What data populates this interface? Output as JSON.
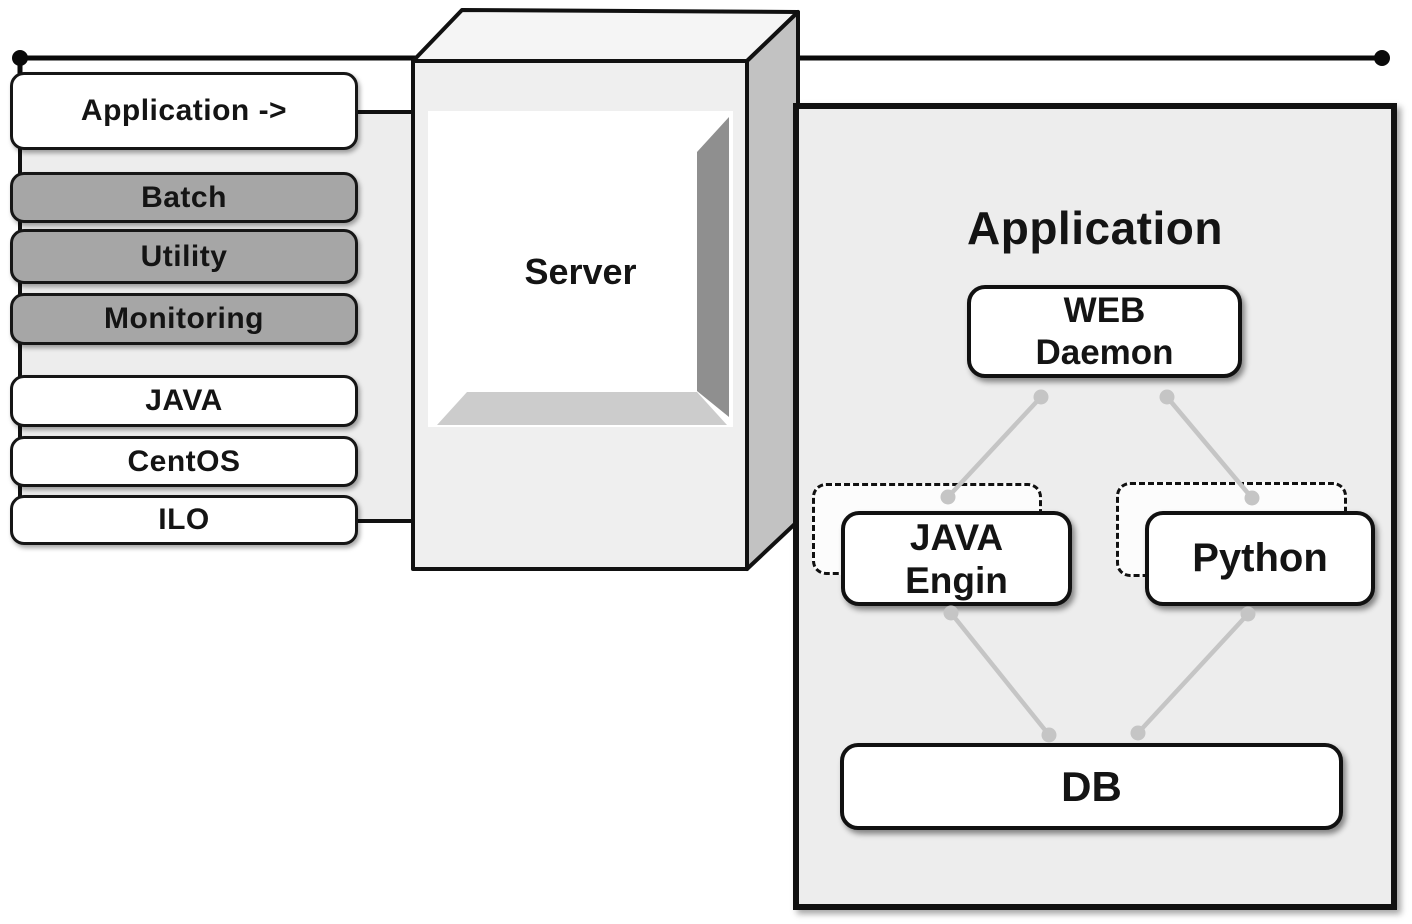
{
  "left_stack": {
    "items": [
      {
        "label": "Application ->",
        "variant": "white"
      },
      {
        "label": "Batch",
        "variant": "gray"
      },
      {
        "label": "Utility",
        "variant": "gray"
      },
      {
        "label": "Monitoring",
        "variant": "gray"
      },
      {
        "label": "JAVA",
        "variant": "white"
      },
      {
        "label": "CentOS",
        "variant": "white"
      },
      {
        "label": "ILO",
        "variant": "white"
      }
    ]
  },
  "server": {
    "label": "Server"
  },
  "app": {
    "title": "Application",
    "web_daemon": {
      "line1": "WEB",
      "line2": "Daemon"
    },
    "java_engine": {
      "line1": "JAVA",
      "line2": "Engin"
    },
    "python": {
      "label": "Python"
    },
    "db": {
      "label": "DB"
    }
  },
  "colors": {
    "panel_bg": "#ededed",
    "box_gray": "#a6a6a6",
    "connector_gray": "#c5c5c5",
    "outline": "#111111"
  }
}
